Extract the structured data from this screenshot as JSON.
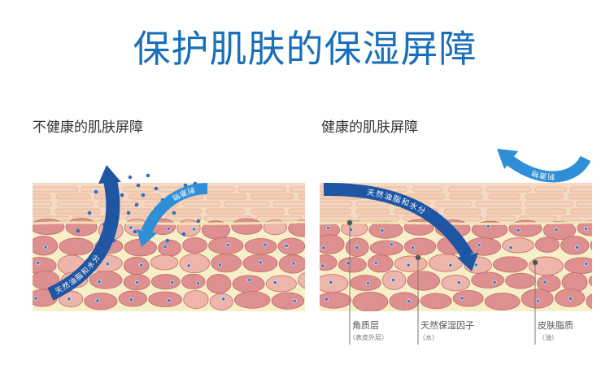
{
  "title": "保护肌肤的保湿屏障",
  "panels": {
    "unhealthy": {
      "title": "不健康的肌肤屏障",
      "arrow_irritant": "刺激物",
      "arrow_loss": "天然油脂和水分"
    },
    "healthy": {
      "title": "健康的肌肤屏障",
      "arrow_irritant": "刺激物",
      "arrow_retain": "天然油脂和水分"
    }
  },
  "labels": {
    "stratum": {
      "name": "角质层",
      "note": "（表皮外层）"
    },
    "nmf": {
      "name": "天然保湿因子",
      "note": "（水）"
    },
    "sebum": {
      "name": "皮肤脂质",
      "note": "（油）"
    }
  },
  "colors": {
    "title": "#1a6fba",
    "arrow": "#1f56a3",
    "arrow_light": "#2f8fd6",
    "horny_layer": "#f6d9c2",
    "lipid": "#f7efc8",
    "cell_dark": "#de8f8f",
    "cell_light": "#eeb5ab",
    "nucleus": "#3f73c8"
  }
}
